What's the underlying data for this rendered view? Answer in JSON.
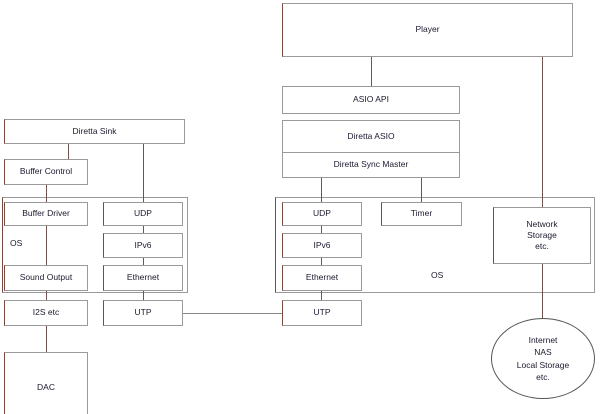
{
  "diagram": {
    "title": "Diretta ASIO / Diretta Sink audio stack block diagram",
    "nodes": {
      "player": "Player",
      "asio_api": "ASIO API",
      "diretta_asio": "Diretta ASIO",
      "diretta_sync_master": "Diretta Sync Master",
      "host_udp": "UDP",
      "host_ipv6": "IPv6",
      "host_ethernet": "Ethernet",
      "host_utp": "UTP",
      "timer": "Timer",
      "network_storage": "Network\nStorage\netc.",
      "host_os": "OS",
      "cloud": "Internet\nNAS\nLocal Storage\netc.",
      "diretta_sink": "Diretta Sink",
      "buffer_control": "Buffer Control",
      "buffer_driver": "Buffer Driver",
      "sound_output": "Sound Output",
      "sink_os": "OS",
      "sink_udp": "UDP",
      "sink_ipv6": "IPv6",
      "sink_ethernet": "Ethernet",
      "sink_utp": "UTP",
      "i2s": "I2S etc",
      "dac": "DAC"
    },
    "colors": {
      "background": "#ffffff",
      "box_border": "#9a9a9a",
      "box_accent_border": "#7a4a42",
      "connector": "#6e5350",
      "link_line": "#8a8a8a",
      "text": "#1a1a2e"
    }
  }
}
